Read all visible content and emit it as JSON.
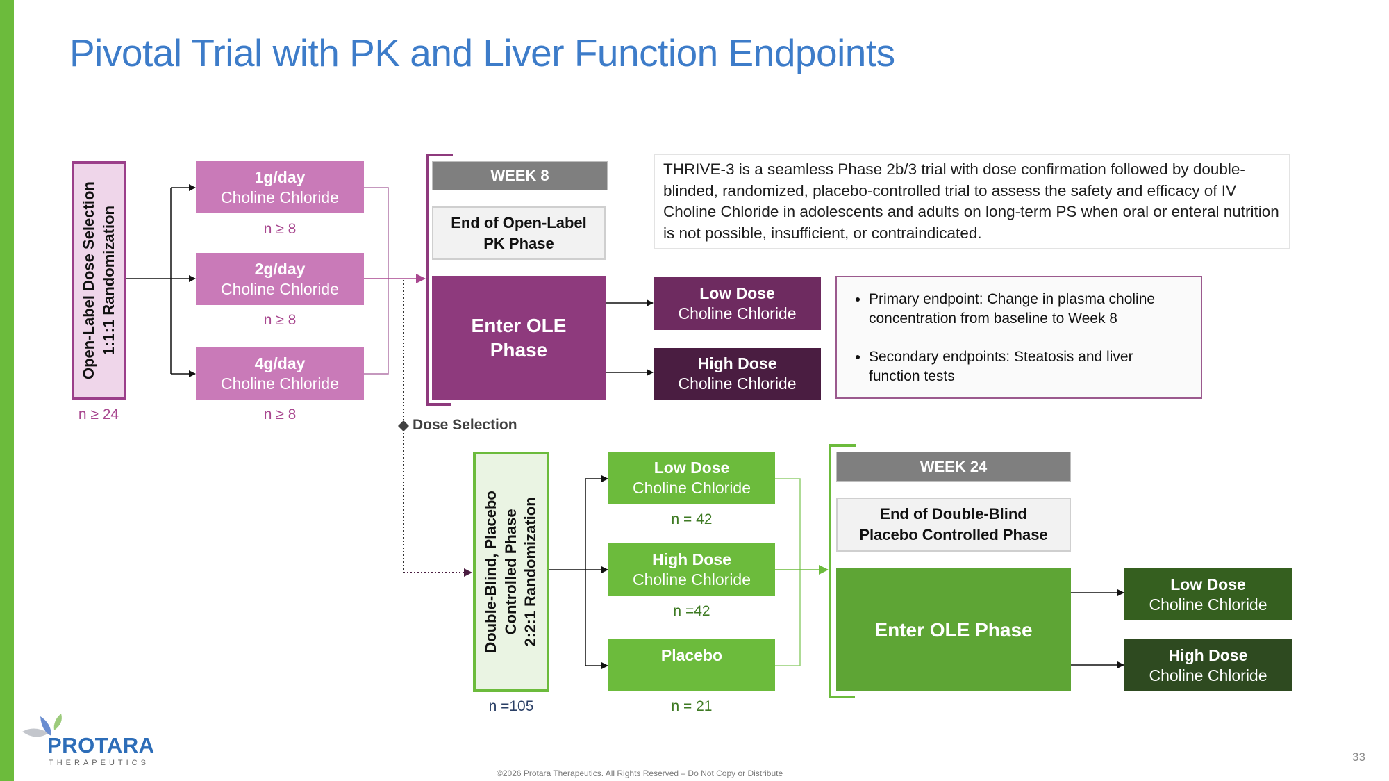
{
  "title": "Pivotal Trial with PK and Liver Function Endpoints",
  "colors": {
    "accent_green": "#6cbb3c",
    "title_blue": "#3d7cc9",
    "dose_pink": "#c97ab8",
    "ole_purple": "#8e3a7d",
    "low_dose_purple": "#6e2b60",
    "high_dose_purple": "#4a1d41",
    "light_green": "#6cbb3c",
    "ole_green": "#5ea535",
    "dark_green_low": "#355f1f",
    "dark_green_high": "#2e4a20",
    "week_gray": "#7f7f7f"
  },
  "open_label": {
    "vertical_label_line1": "Open-Label Dose Selection",
    "vertical_label_line2": "1:1:1 Randomization",
    "n_label": "n ≥ 24",
    "arms": [
      {
        "dose": "1g/day",
        "drug": "Choline Chloride",
        "n": "n ≥ 8"
      },
      {
        "dose": "2g/day",
        "drug": "Choline Chloride",
        "n": "n ≥ 8"
      },
      {
        "dose": "4g/day",
        "drug": "Choline Chloride",
        "n": "n ≥ 8"
      }
    ],
    "week_label": "WEEK 8",
    "end_phase_line1": "End of Open-Label",
    "end_phase_line2": "PK Phase",
    "ole_line1": "Enter OLE",
    "ole_line2": "Phase",
    "ole_arms": [
      {
        "dose": "Low Dose",
        "drug": "Choline Chloride"
      },
      {
        "dose": "High Dose",
        "drug": "Choline Chloride"
      }
    ]
  },
  "description": "THRIVE-3 is a seamless Phase 2b/3 trial with dose confirmation followed by double-blinded, randomized, placebo-controlled trial to assess the safety and efficacy of IV Choline Chloride in adolescents and adults on long-term PS when oral or enteral nutrition is not possible, insufficient, or contraindicated.",
  "endpoints": [
    "Primary endpoint: Change in plasma choline concentration from baseline to Week 8",
    "Secondary endpoints: Steatosis and liver function tests"
  ],
  "dose_selection_label": "Dose Selection",
  "double_blind": {
    "vertical_label_line1": "Double-Blind, Placebo",
    "vertical_label_line2": "Controlled Phase",
    "vertical_label_line3": "2:2:1 Randomization",
    "n_label": "n =105",
    "arms": [
      {
        "dose": "Low Dose",
        "drug": "Choline Chloride",
        "n": "n = 42"
      },
      {
        "dose": "High Dose",
        "drug": "Choline Chloride",
        "n": "n =42"
      },
      {
        "dose": "Placebo",
        "drug": "",
        "n": "n = 21"
      }
    ],
    "week_label": "WEEK 24",
    "end_phase_line1": "End of Double-Blind",
    "end_phase_line2": "Placebo Controlled Phase",
    "ole_label": "Enter OLE Phase",
    "ole_arms": [
      {
        "dose": "Low Dose",
        "drug": "Choline Chloride"
      },
      {
        "dose": "High Dose",
        "drug": "Choline Chloride"
      }
    ]
  },
  "logo": {
    "name": "PROTARA",
    "sub": "THERAPEUTICS"
  },
  "footer": {
    "copyright": "©2026 Protara Therapeutics. All Rights Reserved – Do Not Copy or Distribute",
    "page_number": "33"
  }
}
